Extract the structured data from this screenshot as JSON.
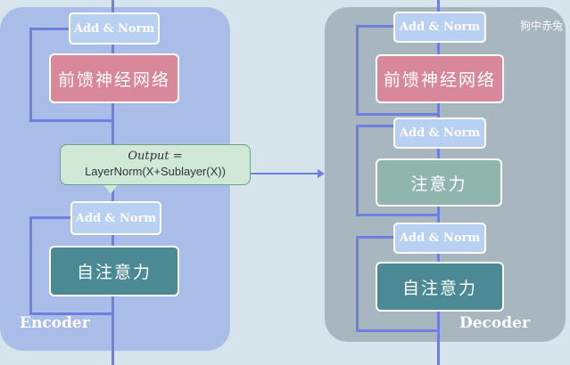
{
  "encoder": {
    "label": "Encoder",
    "add_norm_top": "Add & Norm",
    "feed_forward": "前馈神经网络",
    "add_norm_bottom": "Add & Norm",
    "self_attention": "自注意力"
  },
  "decoder": {
    "label": "Decoder",
    "add_norm_top": "Add & Norm",
    "feed_forward": "前馈神经网络",
    "add_norm_middle": "Add & Norm",
    "attention": "注意力",
    "add_norm_bottom": "Add & Norm",
    "self_attention": "自注意力"
  },
  "callout": {
    "line1": "Output =",
    "line2": "LayerNorm(X+Sublayer(X))"
  },
  "watermark": "狗中赤兔"
}
